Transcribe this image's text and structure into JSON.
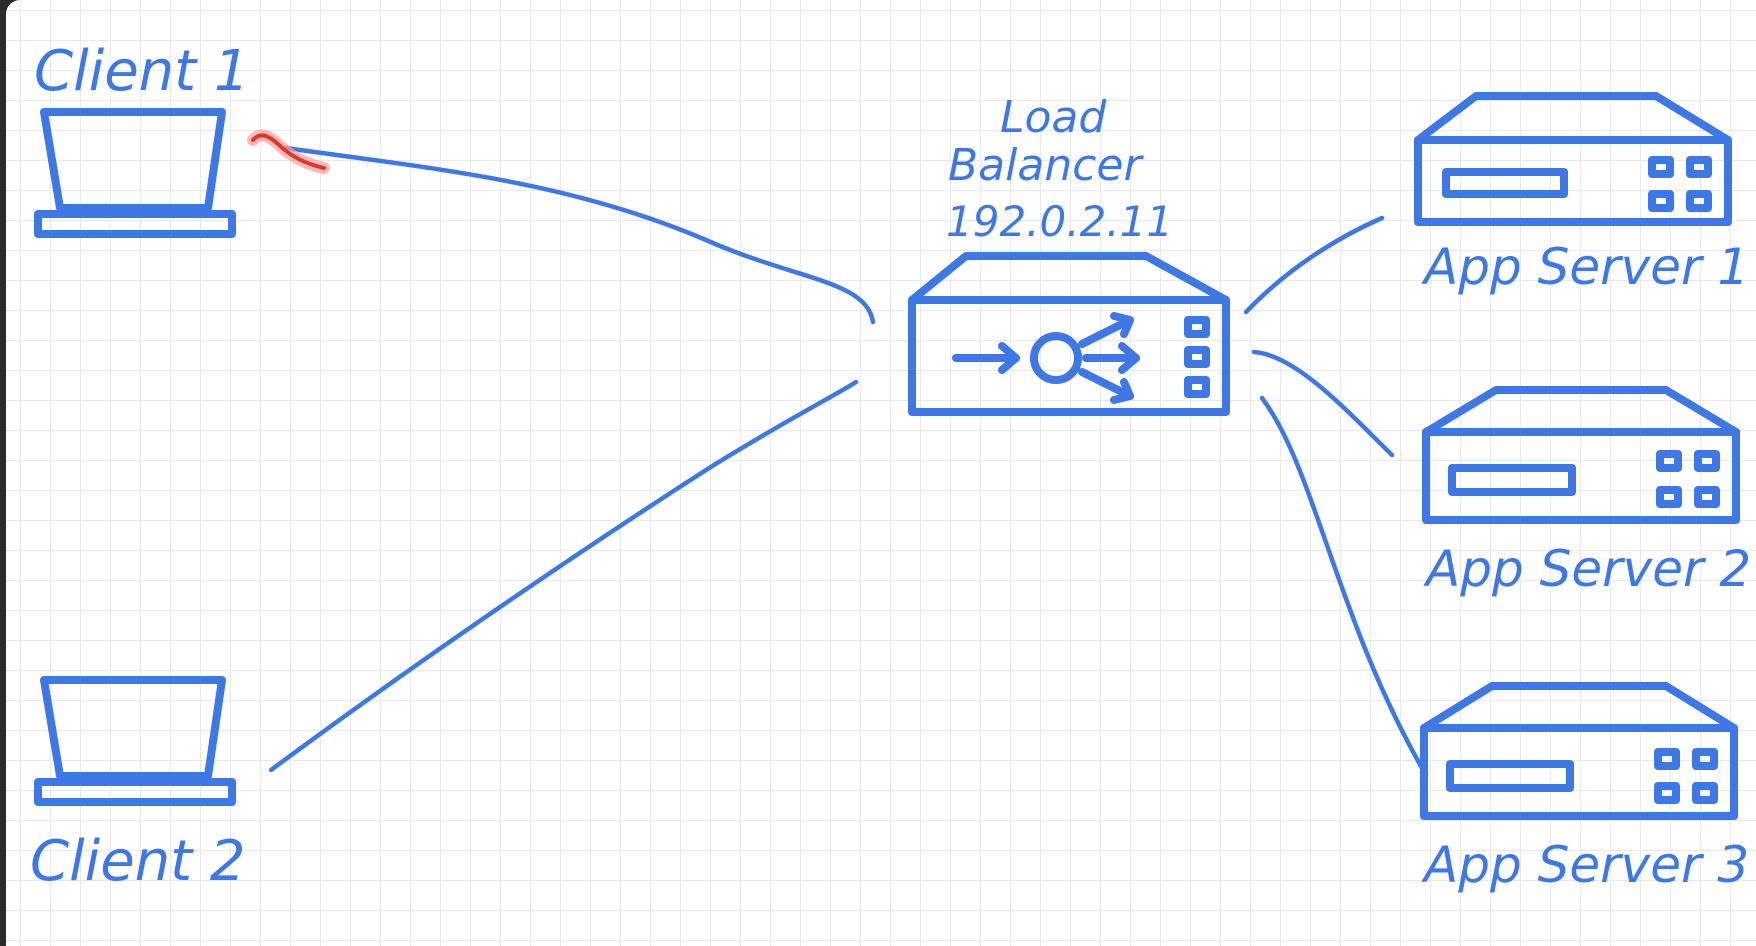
{
  "colors": {
    "ink": "#3d78e6",
    "pointer": "#e0362c",
    "grid": "#e9e9e9",
    "background": "#ffffff"
  },
  "clients": [
    {
      "label": "Client 1"
    },
    {
      "label": "Client 2"
    }
  ],
  "load_balancer": {
    "label_line1": "Load",
    "label_line2": "Balancer",
    "ip": "192.0.2.11"
  },
  "app_servers": [
    {
      "label": "App Server 1"
    },
    {
      "label": "App Server 2"
    },
    {
      "label": "App Server 3"
    }
  ],
  "icons": {
    "client": "laptop-icon",
    "load_balancer": "load-balancer-icon",
    "server": "server-rack-icon",
    "pointer": "laser-pointer-icon"
  }
}
